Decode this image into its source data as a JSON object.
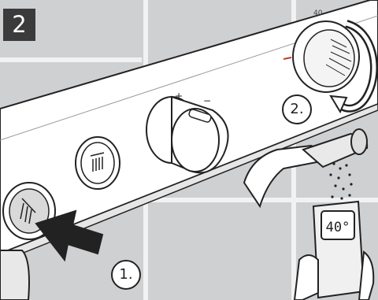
{
  "step": {
    "number": "2"
  },
  "labels": {
    "first": "1.",
    "second": "2."
  },
  "dial": {
    "plus": "+",
    "minus": "−",
    "top_mark": "40"
  },
  "thermometer": {
    "reading": "40°"
  },
  "colors": {
    "badge_bg": "#3b3b3b",
    "tile": "#cfd0d2",
    "grout": "#f2f2f2",
    "panel": "#ffffff",
    "warm_mark": "#c23a2b",
    "outline": "#222222"
  },
  "icons": [
    "shower-head-icon",
    "handheld-shower-icon",
    "push-arrow-icon",
    "rotate-arrow-icon",
    "thermometer-icon"
  ]
}
